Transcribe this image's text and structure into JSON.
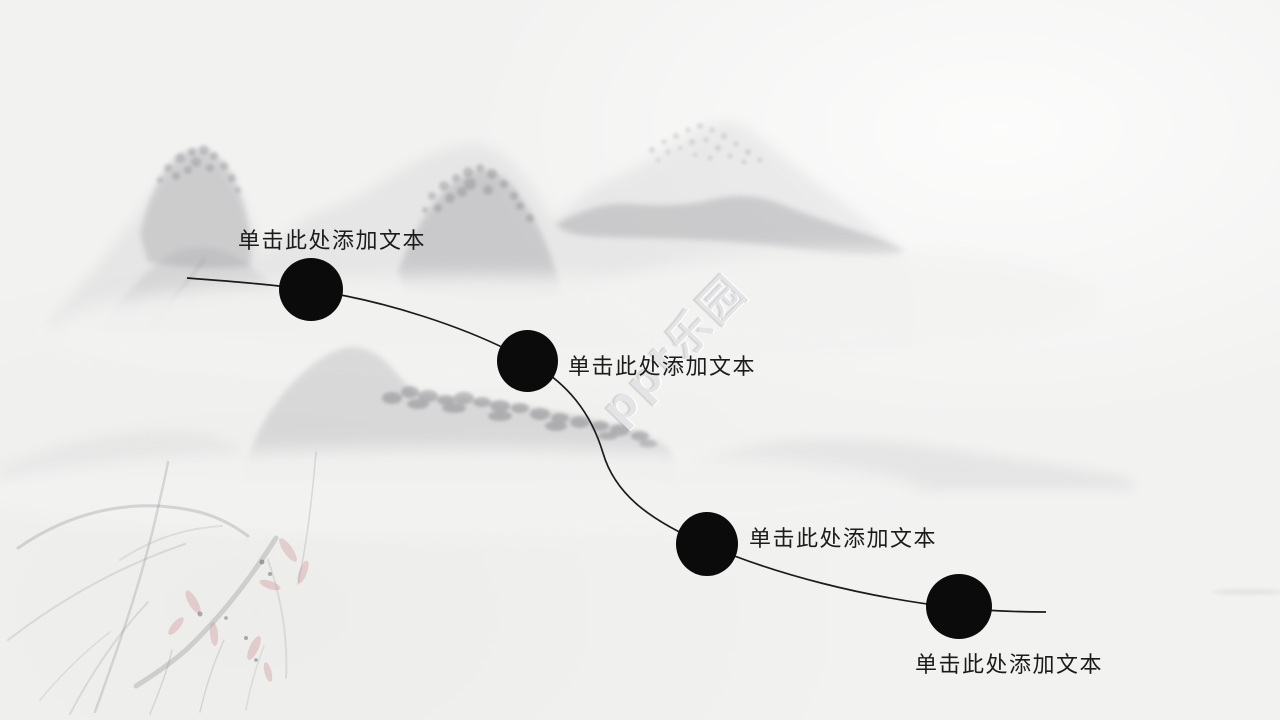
{
  "watermark": {
    "text": "ppt乐园"
  },
  "timeline": {
    "nodes": [
      {
        "label": "单击此处添加文本"
      },
      {
        "label": "单击此处添加文本"
      },
      {
        "label": "单击此处添加文本"
      },
      {
        "label": "单击此处添加文本"
      }
    ]
  },
  "colors": {
    "background": "#f2f2f1",
    "node_fill": "#0b0b0b",
    "flow_line": "#1b1b1b",
    "label_text": "#1b1b1b",
    "ink_wash": "#8a8a90",
    "petal_accent": "#c98a8a"
  }
}
